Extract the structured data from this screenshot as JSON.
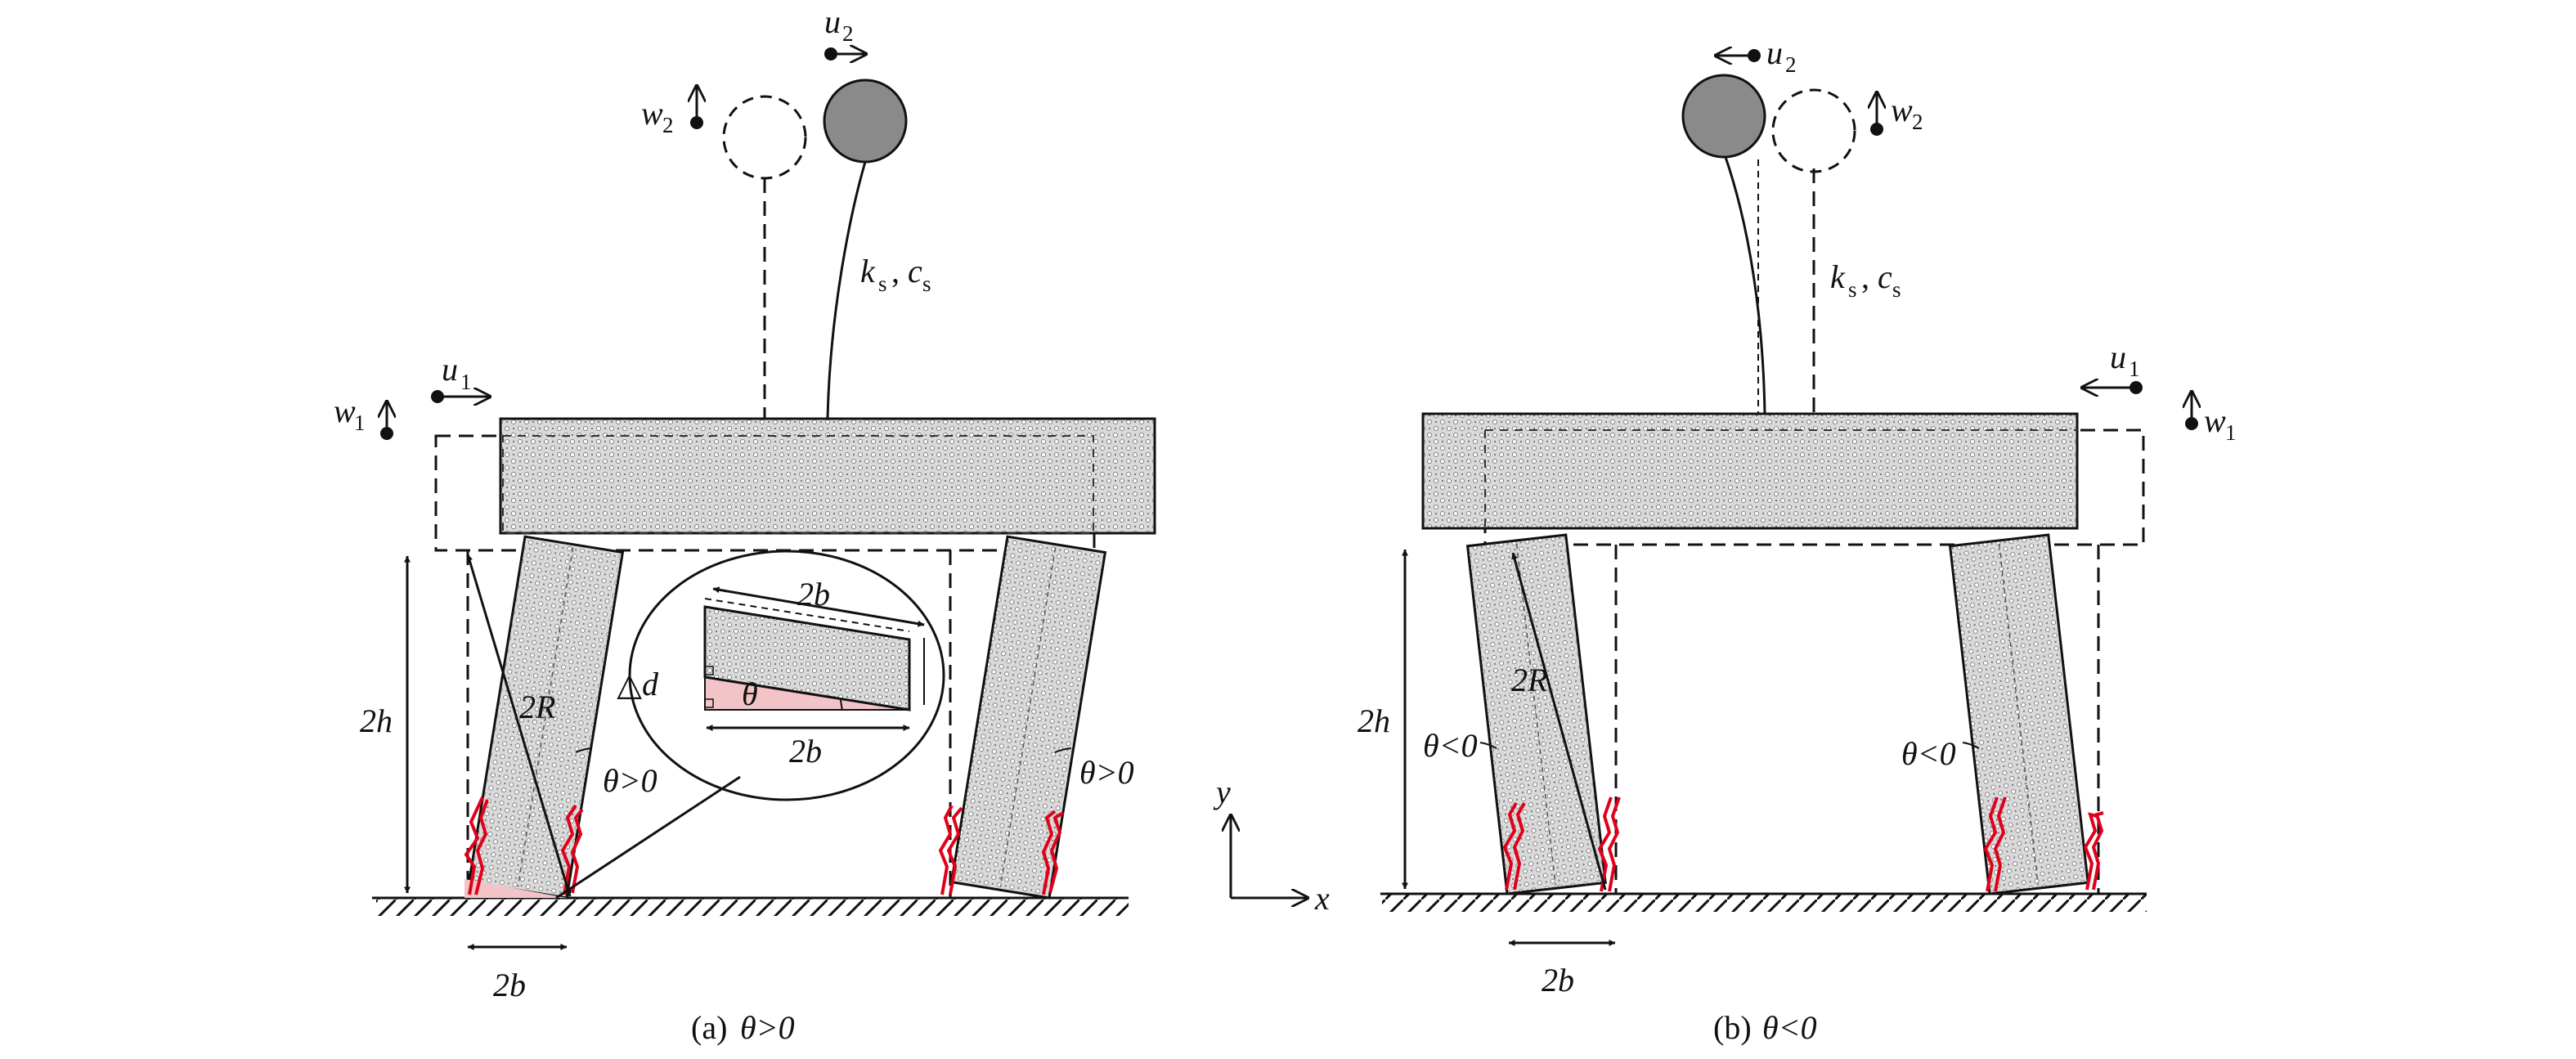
{
  "panel_a": {
    "caption_prefix": "(a)",
    "caption_condition": "θ>0",
    "u2_sym": "u",
    "u2_sub": "2",
    "w2_sym": "w",
    "w2_sub": "2",
    "u1_sym": "u",
    "u1_sub": "1",
    "w1_sym": "w",
    "w1_sub": "1",
    "ks_sym": "k",
    "ks_sub": "s",
    "sep": ",",
    "cs_sym": "c",
    "cs_sub": "s",
    "height_label": "2h",
    "radius_label": "2R",
    "base_label": "2b",
    "angle_left": "θ>0",
    "angle_right": "θ>0",
    "inset": {
      "top_label": "2b",
      "bottom_label": "2b",
      "delta_label": "△d",
      "theta_label": "θ"
    },
    "axis_y": "y",
    "axis_x": "x"
  },
  "panel_b": {
    "caption_prefix": "(b)",
    "caption_condition": "θ<0",
    "u2_sym": "u",
    "u2_sub": "2",
    "w2_sym": "w",
    "w2_sub": "2",
    "u1_sym": "u",
    "u1_sub": "1",
    "w1_sym": "w",
    "w1_sub": "1",
    "ks_sym": "k",
    "ks_sub": "s",
    "sep": ",",
    "cs_sym": "c",
    "cs_sub": "s",
    "height_label": "2h",
    "radius_label": "2R",
    "base_label": "2b",
    "angle_left": "θ<0",
    "angle_right": "θ<0"
  },
  "colors": {
    "line": "#111111",
    "concrete_fill": "#d9d9d9",
    "mass_fill": "#8a8a8a",
    "gap_red": "#e0001a",
    "contact_pink": "#f2c4c8"
  }
}
